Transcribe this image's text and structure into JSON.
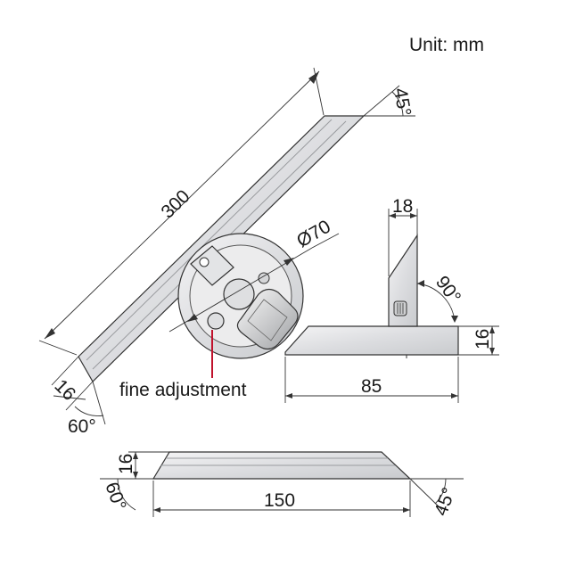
{
  "unit_label": "Unit: mm",
  "labels": {
    "blade_length": "300",
    "blade_tip_angle": "45°",
    "blade_end_angle": "60°",
    "blade_width": "16",
    "dial_diameter": "Ø70",
    "fine_adjustment": "fine adjustment",
    "stock_length": "85",
    "stock_height": "16",
    "square_width": "18",
    "square_angle": "90°",
    "bottom_blade_height": "16",
    "bottom_blade_length": "150",
    "bottom_left_angle": "60°",
    "bottom_right_angle": "45°"
  },
  "colors": {
    "steel": "#e6e7e8",
    "steel_dark": "#b9bbbe",
    "line": "#333333",
    "pointer": "#c0122c"
  }
}
